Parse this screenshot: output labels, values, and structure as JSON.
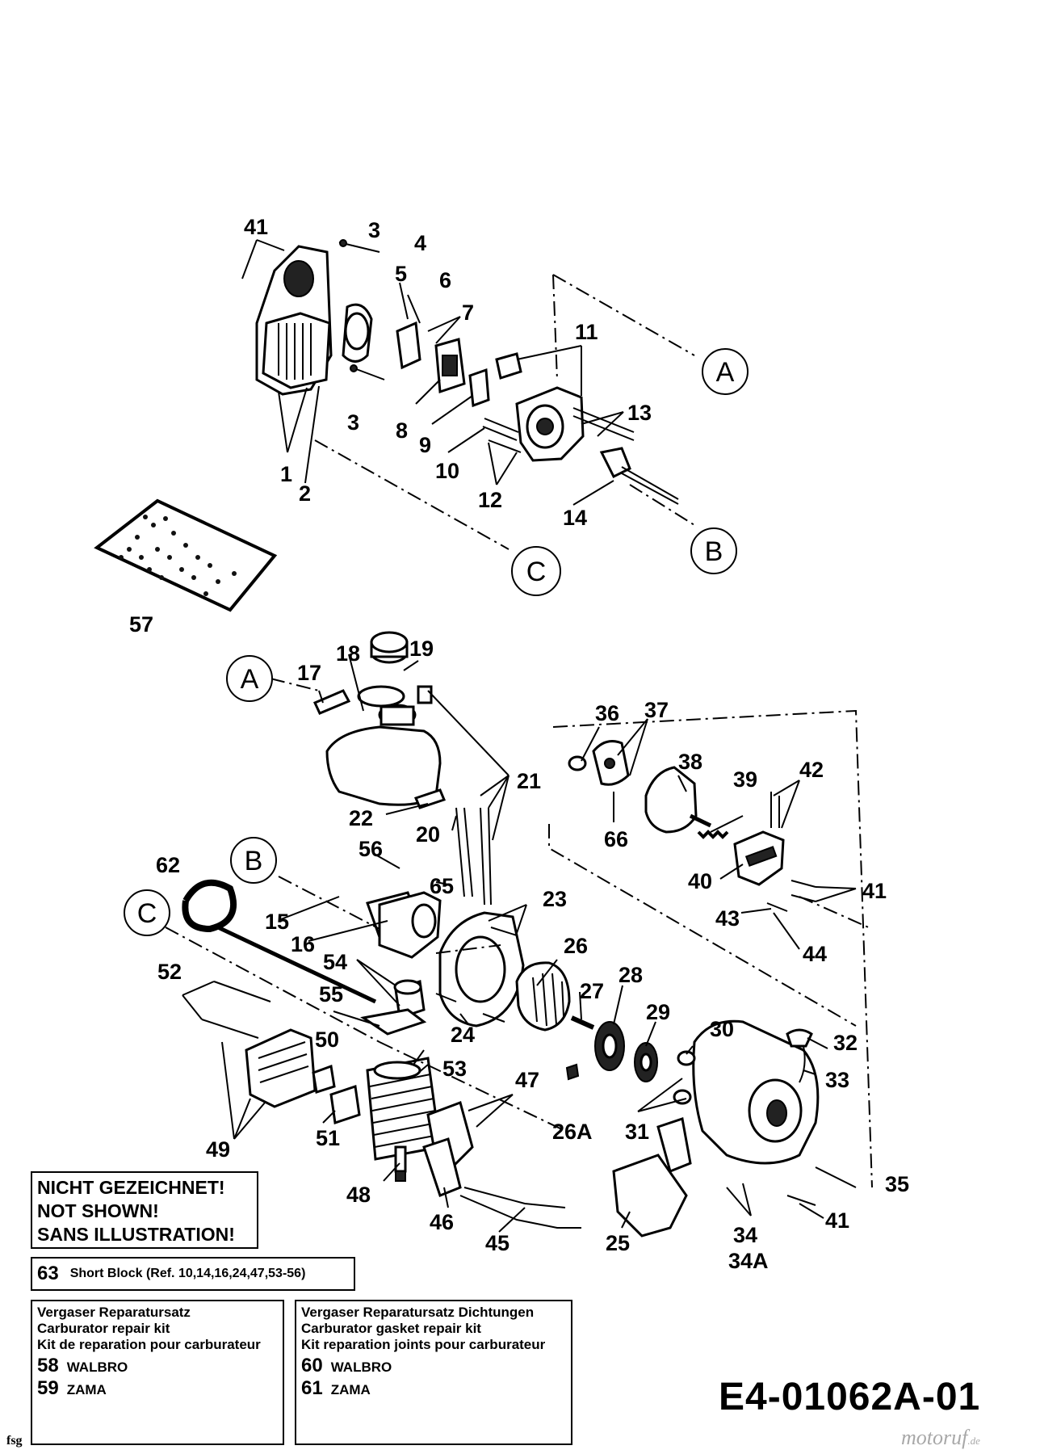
{
  "labels_top": [
    "41",
    "3",
    "4",
    "5",
    "6",
    "7",
    "11",
    "13",
    "1",
    "2",
    "3",
    "8",
    "9",
    "10",
    "12",
    "14",
    "57"
  ],
  "labels_mid": [
    "17",
    "18",
    "19",
    "21",
    "22",
    "20",
    "36",
    "37",
    "38",
    "39",
    "42",
    "66",
    "40",
    "41",
    "43",
    "44",
    "56",
    "65",
    "62",
    "15",
    "16",
    "23",
    "26",
    "54",
    "55",
    "27",
    "28",
    "52",
    "50",
    "53",
    "24",
    "29",
    "30",
    "32",
    "47",
    "33",
    "26A",
    "31",
    "49",
    "51",
    "48",
    "46",
    "45",
    "25",
    "35",
    "34",
    "34A",
    "41"
  ],
  "callouts": [
    "A",
    "B",
    "C",
    "A",
    "B",
    "C"
  ],
  "not_shown": {
    "line1": "NICHT GEZEICHNET!",
    "line2": "NOT SHOWN!",
    "line3": "SANS ILLUSTRATION!"
  },
  "short_block": {
    "num": "63",
    "text": "Short Block (Ref. 10,14,16,24,47,53-56)"
  },
  "kit_carb": {
    "line1": "Vergaser Reparatursatz",
    "line2": "Carburator repair kit",
    "line3": "Kit de reparation pour carburateur",
    "r1_num": "58",
    "r1_brand": "WALBRO",
    "r2_num": "59",
    "r2_brand": "ZAMA"
  },
  "kit_gasket": {
    "line1": "Vergaser Reparatursatz Dichtungen",
    "line2": "Carburator gasket repair kit",
    "line3": "Kit reparation joints pour carburateur",
    "r1_num": "60",
    "r1_brand": "WALBRO",
    "r2_num": "61",
    "r2_brand": "ZAMA"
  },
  "drawing_code": "E4-01062A-01",
  "footer_left": "fsg",
  "watermark": {
    "main": "motoruf",
    "suffix": ".de"
  }
}
